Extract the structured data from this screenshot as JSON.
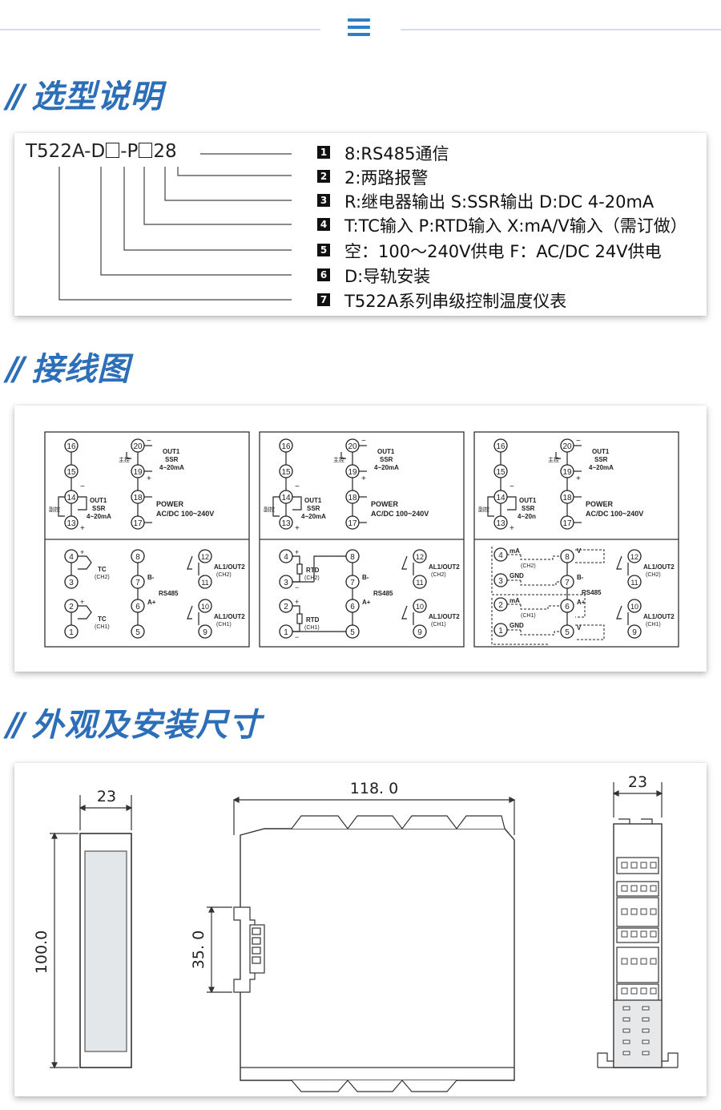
{
  "header": {
    "menu_icon": "hamburger-menu-icon",
    "accent": "#2e7fc8"
  },
  "sections": {
    "selection": {
      "title": "选型说明"
    },
    "wiring": {
      "title": "接线图"
    },
    "dimensions": {
      "title": "外观及安装尺寸"
    }
  },
  "model_code": {
    "prefix": "T522A-D",
    "mid": "-P",
    "suffix": "28"
  },
  "legend": [
    {
      "num": "1",
      "text": "8:RS485通信"
    },
    {
      "num": "2",
      "text": "2:两路报警"
    },
    {
      "num": "3",
      "text": "R:继电器输出   S:SSR输出   D:DC 4-20mA"
    },
    {
      "num": "4",
      "text": "T:TC输入    P:RTD输入    X:mA/V输入（需订做）"
    },
    {
      "num": "5",
      "text": "空：100～240V供电     F：AC/DC 24V供电"
    },
    {
      "num": "6",
      "text": "D:导轨安装"
    },
    {
      "num": "7",
      "text": "T522A系列串级控制温度仪表"
    }
  ],
  "wiring": {
    "upper": {
      "main_ctrl": "主控",
      "sub_ctrl": "副控",
      "out1": "OUT1",
      "ssr": "SSR",
      "ma": "4~20mA",
      "ma_short": "4~20n",
      "power": "POWER",
      "power_ac": "AC/DC 100~240V",
      "power_ac2": "AC/DC 100~240V",
      "terms": [
        "16",
        "15",
        "14",
        "13",
        "20",
        "19",
        "18",
        "17"
      ]
    },
    "lower_tc": {
      "tc": "TC",
      "ch2": "(CH2)",
      "ch1": "(CH1)",
      "rs485": "RS485",
      "bminus": "B-",
      "aplus": "A+",
      "al1": "AL1/OUT2",
      "terms": [
        "4",
        "3",
        "2",
        "1",
        "8",
        "7",
        "6",
        "5",
        "12",
        "11",
        "10",
        "9"
      ]
    },
    "lower_rtd": {
      "rtd": "RTD",
      "ch2": "(CH2)",
      "ch1": "(CH1)",
      "rs485": "RS485",
      "bminus": "B-",
      "aplus": "A+",
      "al1": "AL1/OUT2"
    },
    "lower_ma": {
      "ma": "mA",
      "gnd": "GND",
      "ch2": "(CH2)",
      "ch1": "(CH1)",
      "v": "V",
      "rs485": "RS485",
      "bminus": "B-",
      "aplus": "A+",
      "al1": "AL1/OUT2"
    }
  },
  "dimensions": {
    "front_width": "23",
    "height": "100.0",
    "side_length": "118. 0",
    "rail": "35. 0",
    "end_width": "23"
  }
}
